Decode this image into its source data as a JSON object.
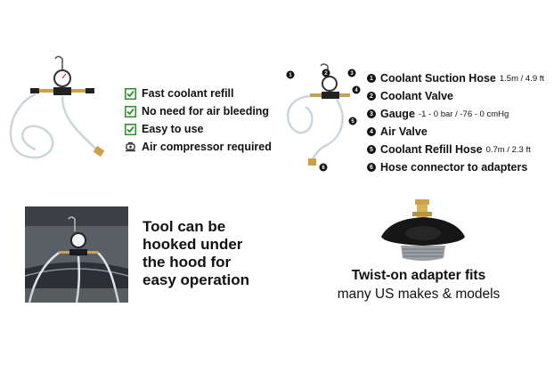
{
  "features": [
    {
      "text": "Fast coolant refill",
      "icon": "check-icon"
    },
    {
      "text": "No need for air bleeding",
      "icon": "check-icon"
    },
    {
      "text": "Easy to use",
      "icon": "check-icon"
    },
    {
      "text": "Air compressor required",
      "icon": "compressor-icon"
    }
  ],
  "parts": [
    {
      "num": "1",
      "name": "Coolant Suction Hose",
      "spec": "1.5m / 4.9 ft"
    },
    {
      "num": "2",
      "name": "Coolant Valve",
      "spec": ""
    },
    {
      "num": "3",
      "name": "Gauge",
      "spec": "-1 - 0 bar / -76 - 0 cmHg"
    },
    {
      "num": "4",
      "name": "Air Valve",
      "spec": ""
    },
    {
      "num": "5",
      "name": "Coolant Refill Hose",
      "spec": "0.7m / 2.3 ft"
    },
    {
      "num": "6",
      "name": "Hose connector to adapters",
      "spec": ""
    }
  ],
  "callout_numbers": [
    "1",
    "2",
    "3",
    "4",
    "5",
    "6"
  ],
  "hood_text": [
    "Tool can be",
    "hooked under",
    "the hood for",
    "easy operation"
  ],
  "adapter": {
    "title": "Twist-on adapter fits",
    "subtitle": "many US makes & models"
  },
  "colors": {
    "check_green": "#2e8b2e",
    "brass": "#c9a24a",
    "hose": "#dfe6ea"
  }
}
